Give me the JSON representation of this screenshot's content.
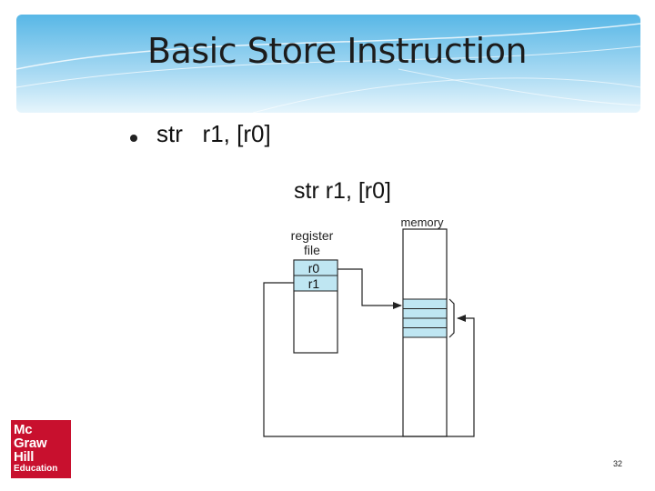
{
  "slide": {
    "title": "Basic Store Instruction",
    "bullet": "str   r1, [r0]",
    "page_number": "32"
  },
  "diagram": {
    "caption": "str r1, [r0]",
    "register_file_label_1": "register",
    "register_file_label_2": "file",
    "reg_r0": "r0",
    "reg_r1": "r1",
    "memory_label": "memory"
  },
  "logo": {
    "line1": "Mc",
    "line2": "Graw",
    "line3": "Hill",
    "line4": "Education"
  },
  "colors": {
    "banner_light": "#bfe3f6",
    "banner_dark": "#2f9fd8",
    "highlight_cell": "#bfe6f2",
    "logo_red": "#c8102e"
  }
}
